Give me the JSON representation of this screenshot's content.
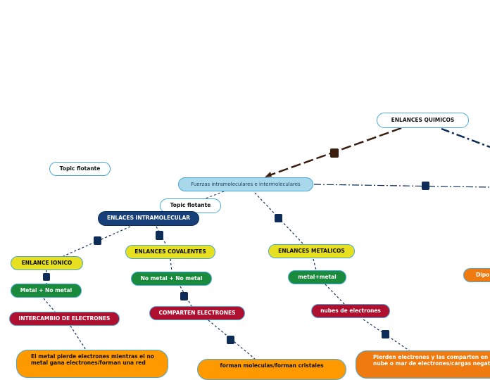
{
  "nodes": {
    "root": "ENLANCES QUIMICOS",
    "fuerzas": "Fuerzas intramoleculares e intermoleculares",
    "topic1": "Topic flotante",
    "topic2": "Topic flotante",
    "intra": "ENLACES INTRAMOLECULAR",
    "ionico": "ENLANCE IONICO",
    "covalentes": "ENLANCES COVALENTES",
    "metalicos": "ENLANCES METALICOS",
    "metal_nometal": "Metal + No metal",
    "nometal_nometal": "No metal + No metal",
    "metal_metal": "metal+metal",
    "intercambio": "INTERCAMBIO DE ELECTRONES",
    "comparten": "COMPARTEN ELECTRONES",
    "nubes": "nubes de electrones",
    "metal_pierde": "El metal pierde electrones mientras el no metal gana electrones/forman una red",
    "forman": "forman moleculas/forman cristales",
    "pierden": "Pierden electrones y las comparten en una nube o mar de electrones/cargas negativas",
    "dipolo": "Dipolo"
  },
  "colors": {
    "dark_brown": "#3a1f10",
    "navy": "#0d2c58",
    "yellow": "#e6e020",
    "green": "#1a8a3c",
    "red": "#b01030",
    "orange": "#ff9900"
  }
}
